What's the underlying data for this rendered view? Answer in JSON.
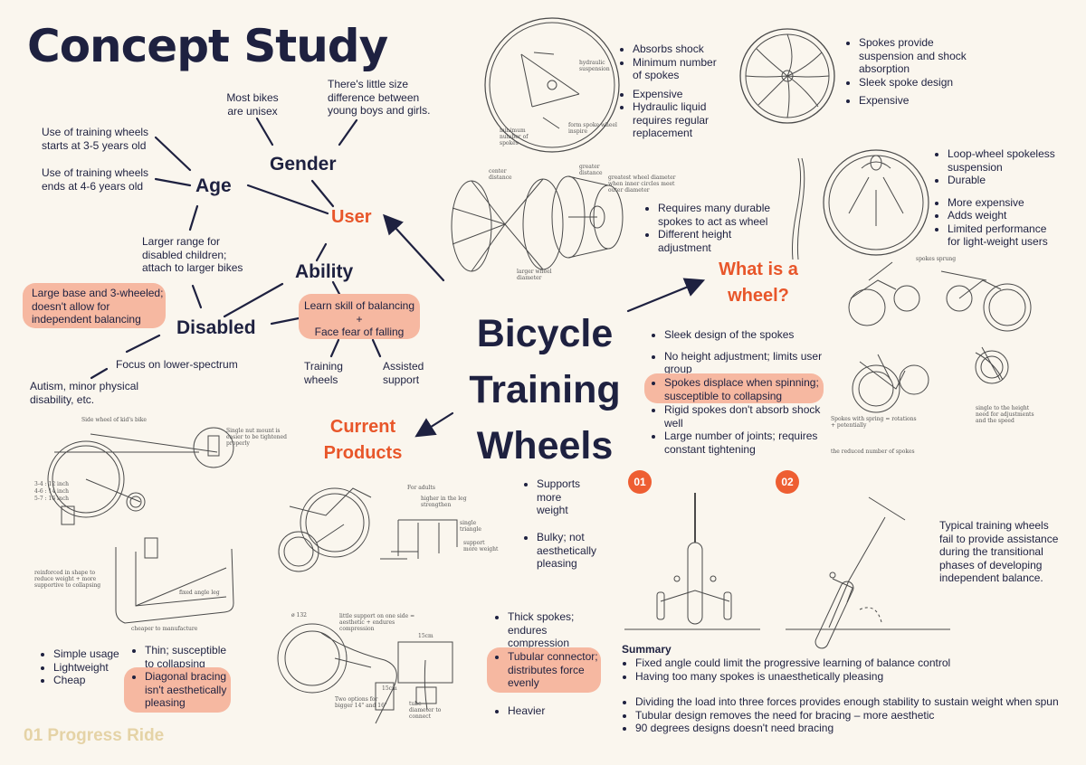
{
  "title": "Concept Study",
  "footer": "01 Progress Ride",
  "center": {
    "line1": "Bicycle",
    "line2": "Training",
    "line3": "Wheels"
  },
  "nodes": {
    "age": "Age",
    "gender": "Gender",
    "user": "User",
    "ability": "Ability",
    "disabled": "Disabled",
    "wheel_q1": "What is a",
    "wheel_q2": "wheel?",
    "current1": "Current",
    "current2": "Products"
  },
  "notes": {
    "age_start": [
      "Use of training wheels",
      "starts at 3-5 years old"
    ],
    "age_end": [
      "Use of training wheels",
      "ends at 4-6 years old"
    ],
    "gender_unisex": [
      "Most bikes",
      "are unisex"
    ],
    "gender_size": [
      "There's little size",
      "difference between",
      "young boys and girls."
    ],
    "disabled_range": [
      "Larger range for",
      "disabled children;",
      "attach to larger bikes"
    ],
    "disabled_base": [
      "Large base and 3-wheeled;",
      "doesn't allow for",
      "independent balancing"
    ],
    "ability_skill": [
      "Learn skill of balancing",
      "+",
      "Face fear of falling"
    ],
    "training_wheels": [
      "Training",
      "wheels"
    ],
    "assisted_support": [
      "Assisted",
      "support"
    ],
    "focus_lower": "Focus on lower-spectrum",
    "autism": [
      "Autism, minor physical",
      "disability, etc."
    ],
    "typical": [
      "Typical training wheels",
      "fail to provide assistance",
      "during the transitional",
      "phases of developing",
      "independent balance."
    ]
  },
  "bullets": {
    "hydraulic_pros": [
      "Absorbs shock",
      "Minimum number of spokes"
    ],
    "hydraulic_cons": [
      "Expensive",
      "Hydraulic liquid requires regular replacement"
    ],
    "spoke_pros": [
      "Spokes provide suspension and shock absorption",
      "Sleek spoke design"
    ],
    "spoke_cons": [
      "Expensive"
    ],
    "durable_spokes": [
      "Requires many durable spokes to act as wheel",
      "Different height adjustment"
    ],
    "loop_pros": [
      "Loop-wheel spokeless suspension",
      "Durable"
    ],
    "loop_cons": [
      "More expensive",
      "Adds weight",
      "Limited performance for light-weight users"
    ],
    "sleek_a": [
      "Sleek design of the spokes"
    ],
    "sleek_b": [
      "No height adjustment; limits user group"
    ],
    "sleek_hl": [
      "Spokes displace when spinning; susceptible to collapsing"
    ],
    "sleek_c": [
      "Rigid spokes don't absorb shock well",
      "Large number of joints; requires constant tightening"
    ],
    "supports_weight": [
      "Supports more weight"
    ],
    "bulky": [
      "Bulky; not aesthetically pleasing"
    ],
    "simple_usage": [
      "Simple usage",
      "Lightweight",
      "Cheap"
    ],
    "thin": [
      "Thin; susceptible to collapsing"
    ],
    "diagonal_hl": [
      "Diagonal bracing isn't aesthetically pleasing"
    ],
    "thick_spokes": [
      "Thick spokes; endures compression"
    ],
    "tubular_hl": [
      "Tubular connector; distributes force evenly"
    ],
    "heavier": [
      "Heavier"
    ]
  },
  "badges": {
    "one": "01",
    "two": "02"
  },
  "summary": {
    "heading": "Summary",
    "group1": [
      "Fixed angle could limit the progressive learning of balance control",
      "Having too many spokes is unaesthetically pleasing"
    ],
    "group2": [
      "Dividing the load into three forces provides enough stability to sustain weight when spun",
      "Tubular design removes the need for bracing – more aesthetic",
      "90 degrees designs doesn't need bracing"
    ]
  },
  "sketch_notes": {
    "hydraulic_a": "hydraulic",
    "hydraulic_b": "suspension",
    "min_spokes": "minimum number of spokes",
    "spoke_curve": "form spoke wheel inspire",
    "centre_distance": "center distance",
    "greater_distance": "greater distance",
    "outer_diam": "greatest wheel diameter when inner circles meet outer diameter",
    "larger_wheel": "larger wheel diameter",
    "side_wheel_kid": "Side wheel of kid's bike",
    "mount_lines": "Single nut mount is easier to be tightened properly",
    "sizes": [
      "3-4 : 12 inch",
      "4-6 : 14 inch",
      "5-7 : 16 inch"
    ],
    "reinforce": "reinforced in shape to reduce weight + more supportive to collapsing",
    "fixed_angle": "fixed angle leg",
    "cheaper": "cheaper to manufacture",
    "for_adults": "For adults",
    "higher": "higher in the leg strengthen",
    "single_angle": "single triangle",
    "support_weight": "support more weight",
    "spoke_sketch": "ø 132",
    "bracket": "little support on one side = aesthetic + endures compression",
    "dims": "15cm",
    "dims2": "15cm",
    "two_options": "Two options for bigger 14\" and 16\"",
    "tube": "tube diameter to connect",
    "sprung": "spokes sprung",
    "notes_mid1": "Spokes with spring",
    "notes_mid2": "= rotations",
    "notes_mid3": "+ potentially",
    "notes_mid4": "the reduced number of spokes",
    "notes_right": "single to the height need for adjustments and the speed"
  },
  "colors": {
    "navy": "#1e2140",
    "orange": "#e8562a",
    "highlight": "#f6b8a1",
    "background": "#faf6ee",
    "footer": "#e5d3a6"
  }
}
